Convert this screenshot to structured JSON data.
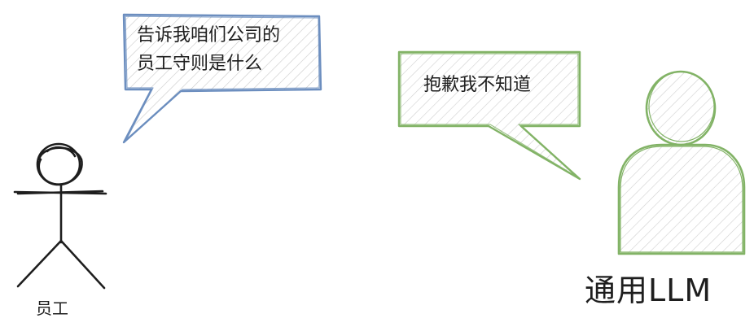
{
  "question_bubble": {
    "line1": "告诉我咱们公司的",
    "line2": "员工守则是什么",
    "stroke_color": "#6c8ebf"
  },
  "answer_bubble": {
    "text": "抱歉我不知道",
    "stroke_color": "#82b366"
  },
  "employee": {
    "label": "员工"
  },
  "llm": {
    "label": "通用LLM",
    "stroke_color": "#82b366"
  }
}
